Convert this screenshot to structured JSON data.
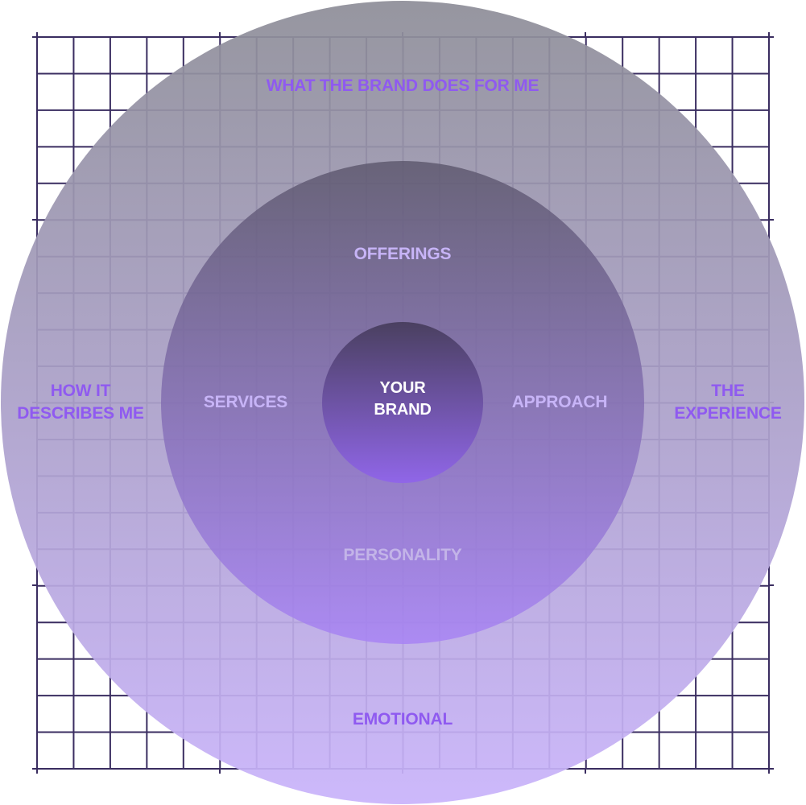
{
  "diagram": {
    "center_label_line1": "YOUR",
    "center_label_line2": "BRAND",
    "middle_ring": {
      "top": "OFFERINGS",
      "left": "SERVICES",
      "right": "APPROACH",
      "bottom": "PERSONALITY"
    },
    "outer_ring": {
      "top": "WHAT THE BRAND DOES FOR ME",
      "left_line1": "HOW IT",
      "left_line2": "DESCRIBES ME",
      "right_line1": "THE",
      "right_line2": "EXPERIENCE",
      "bottom": "EMOTIONAL"
    }
  },
  "colors": {
    "grid_line": "#3a2d60",
    "outer_top": "#8e8e98",
    "outer_bottom": "#c9b3fb",
    "middle_top": "#5c576c",
    "middle_bottom": "#a782f5",
    "inner_top": "#4a4060",
    "inner_bottom": "#9066e8",
    "outer_label": "#8f5af0",
    "middle_label": "#c7b4f7",
    "middle_label_bottom": "#c3b4e8",
    "center_label": "#ffffff"
  }
}
